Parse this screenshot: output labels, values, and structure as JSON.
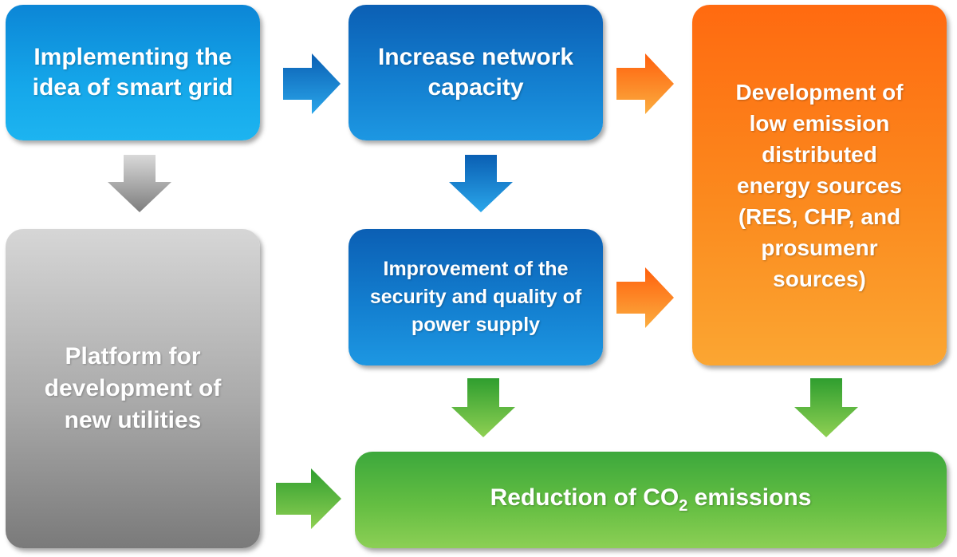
{
  "nodes": {
    "smart_grid": {
      "lines": [
        "Implementing the",
        "idea of smart grid"
      ]
    },
    "network_capacity": {
      "lines": [
        "Increase network",
        "capacity"
      ]
    },
    "low_emission": {
      "lines": [
        "Development of",
        "low emission",
        "distributed",
        "energy sources",
        "(RES, CHP, and",
        "prosumenr",
        "sources)"
      ]
    },
    "security": {
      "lines": [
        "Improvement of the",
        "security and quality of",
        "power supply"
      ]
    },
    "platform": {
      "lines": [
        "Platform for",
        "development of",
        "new utilities"
      ]
    },
    "reduction": {
      "prefix": "Reduction of CO",
      "subscript": "2",
      "suffix": " emissions"
    }
  },
  "colors": {
    "blue_arrow_top": "#0a5fb3",
    "blue_arrow_bottom": "#2aa6ea",
    "orange_arrow_top": "#ff5f0c",
    "orange_arrow_bottom": "#fbae40",
    "gray_arrow_top": "#d9d9d9",
    "gray_arrow_bottom": "#7d7d7d",
    "green_arrow_top": "#2f9e2f",
    "green_arrow_bottom": "#8fd053"
  }
}
